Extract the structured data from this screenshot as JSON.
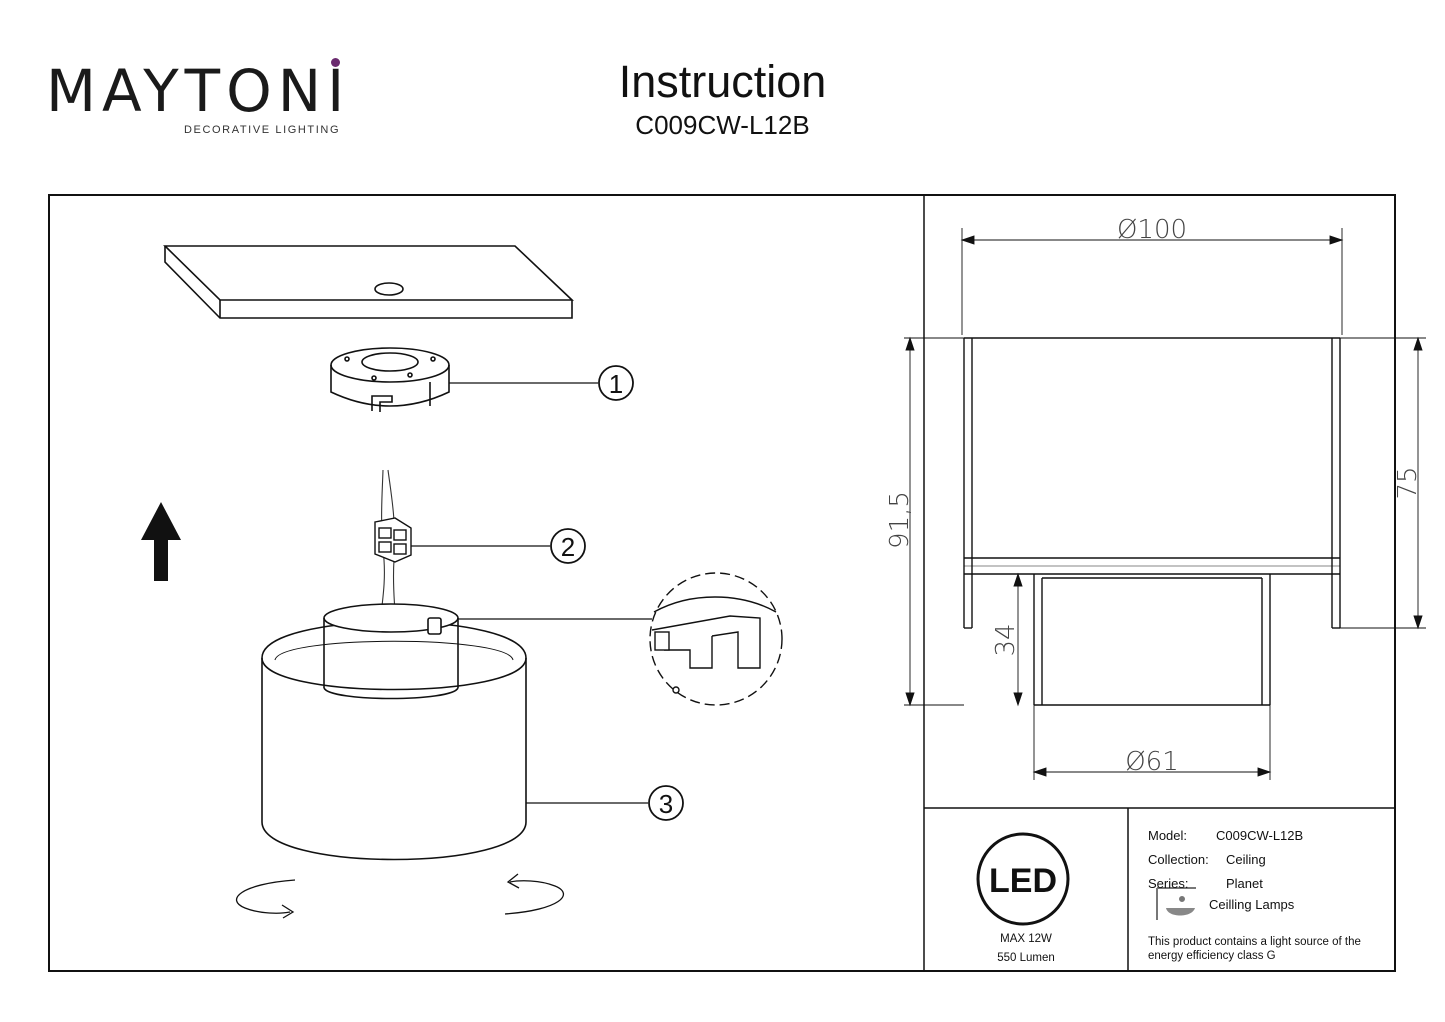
{
  "brand": {
    "name": "MAYTONI",
    "tagline": "DECORATIVE LIGHTING",
    "accent_color": "#6a2a6e"
  },
  "header": {
    "title": "Instruction",
    "model": "C009CW-L12B"
  },
  "assembly": {
    "callouts": [
      "1",
      "2",
      "3"
    ],
    "direction_icon": "arrow-up-icon",
    "rotate_icons": [
      "rotate-left-icon",
      "rotate-right-icon"
    ]
  },
  "dimensions": {
    "top_diameter": "Ø100",
    "bottom_diameter": "Ø61",
    "total_height": "91,5",
    "body_height": "75",
    "inner_height": "34"
  },
  "led_badge": {
    "label": "LED",
    "max_power": "MAX 12W",
    "lumen": "550 Lumen"
  },
  "specs": {
    "model_label": "Model:",
    "model_value": "C009CW-L12B",
    "collection_label": "Collection:",
    "collection_value": "Ceiling",
    "series_label": "Series:",
    "series_value": "Planet",
    "type_icon": "ceiling-lamp-icon",
    "type_value": "Ceilling Lamps",
    "energy_text_1": "This product contains a light source of the",
    "energy_text_2": "energy efficiency class G"
  }
}
